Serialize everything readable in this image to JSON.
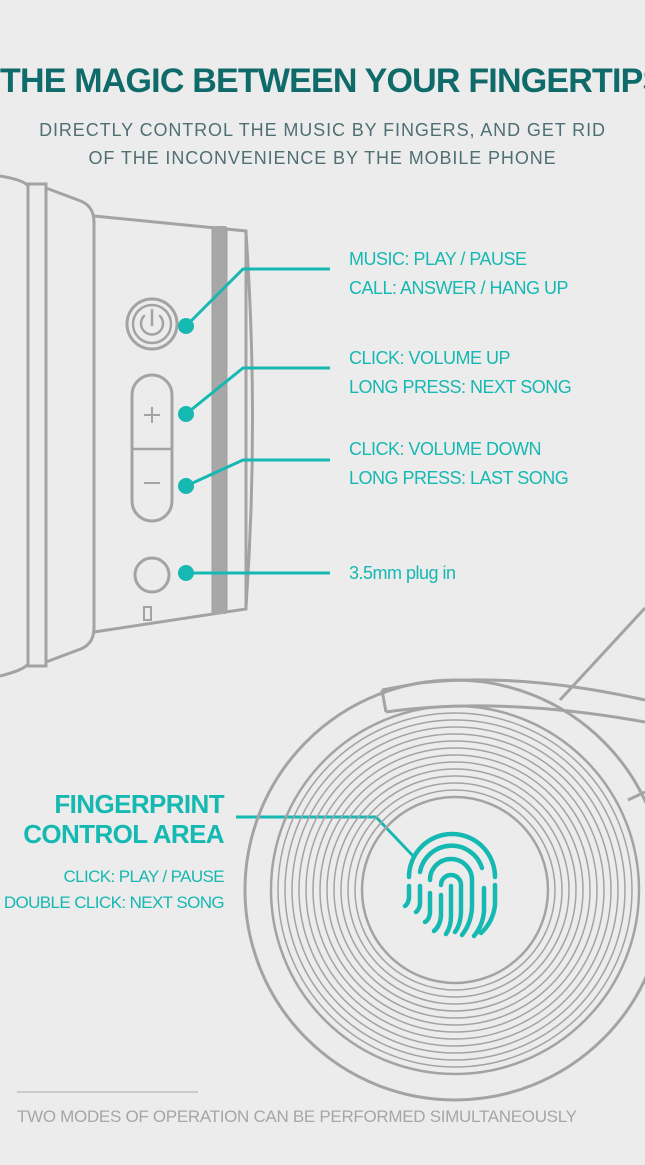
{
  "header": {
    "title": "THE MAGIC BETWEEN YOUR FINGERTIPS",
    "subtitle_line1": "DIRECTLY CONTROL THE MUSIC BY FINGERS, AND GET RID",
    "subtitle_line2": "OF THE INCONVENIENCE BY THE MOBILE PHONE"
  },
  "controls": [
    {
      "line1": "MUSIC: PLAY / PAUSE",
      "line2": "CALL: ANSWER / HANG UP"
    },
    {
      "line1": "CLICK: VOLUME UP",
      "line2": "LONG PRESS: NEXT SONG"
    },
    {
      "line1": "CLICK: VOLUME DOWN",
      "line2": "LONG PRESS: LAST SONG"
    },
    {
      "line1": "3.5mm plug in"
    }
  ],
  "fingerprint": {
    "title_line1": "FINGERPRINT",
    "title_line2": "CONTROL AREA",
    "desc_line1": "CLICK: PLAY / PAUSE",
    "desc_line2": "DOUBLE CLICK: NEXT SONG"
  },
  "footer": {
    "text": "TWO MODES OF OPERATION CAN BE PERFORMED SIMULTANEOUSLY"
  },
  "colors": {
    "title": "#0f6a6a",
    "accent": "#16b8b2",
    "outline": "#a3a3a3",
    "background": "#ececec"
  }
}
